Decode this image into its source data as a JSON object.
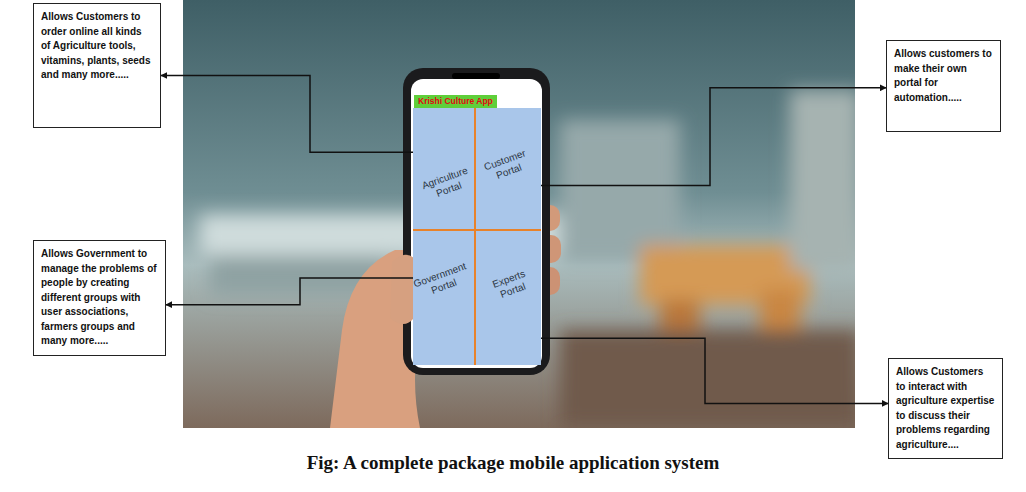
{
  "diagram": {
    "caption": "Fig: A complete package mobile application system",
    "nodes": [
      {
        "text": [
          "Allows Customers to order online all kinds of Agriculture tools, vitamins, plants, seeds and many more....."
        ]
      },
      {
        "text": [
          "Krishi Culture App"
        ]
      },
      {
        "text": [
          "Agriculture Portal"
        ]
      },
      {
        "text": [
          "Customer Portal"
        ]
      },
      {
        "text": [
          "Allows customers to make their own portal for automation....."
        ]
      },
      {
        "text": [
          "Government Portal"
        ]
      },
      {
        "text": [
          "Experts Portal"
        ]
      },
      {
        "text": [
          "Allows Government to manage the problems of people by creating different groups with user associations, farmers groups and many more....."
        ]
      },
      {
        "text": [
          "Allows Customers to interact with agriculture expertise to discuss their problems regarding agriculture...."
        ]
      }
    ],
    "edges": [
      {
        "from": 2,
        "to": 0,
        "arrow": "to"
      },
      {
        "from": 3,
        "to": 4,
        "arrow": "to"
      },
      {
        "from": 5,
        "to": 7,
        "arrow": "to"
      },
      {
        "from": 6,
        "to": 8,
        "arrow": "to"
      }
    ]
  }
}
